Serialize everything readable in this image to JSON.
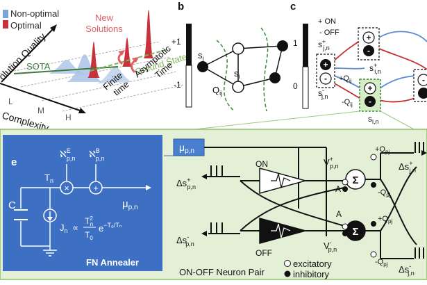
{
  "panel_a": {
    "legend": {
      "nonoptimal": "Non-optimal",
      "optimal": "Optimal"
    },
    "new_solutions_line1": "New",
    "new_solutions_line2": "Solutions",
    "ground_state": "Ground State",
    "sota": "SOTA",
    "yaxis": "olution Quality",
    "finite_line1": "Finite",
    "finite_line2": "time",
    "asymptotic_line1": "Asymptotic",
    "asymptotic_line2": "Time",
    "complexity": "Complexity",
    "ticks": [
      "L",
      "M",
      "H"
    ],
    "colors": {
      "optimal": "#c8323c",
      "nonoptimal": "#7aa3d6",
      "ground": "#7fb55e",
      "sota": "#3f7a3f"
    }
  },
  "panel_b": {
    "letter": "b",
    "scale_top": "+1",
    "scale_bottom": "-1",
    "s_j": "s",
    "s_j_sub": "j",
    "s_i": "s",
    "s_i_sub": "i",
    "q": "Q",
    "q_sub": "ij"
  },
  "panel_c": {
    "letter": "c",
    "on_label": "+ ON",
    "off_label": "- OFF",
    "scale_top": "1",
    "scale_bottom": "0",
    "s_j_plus": "s",
    "s_j_plus_sup": "+",
    "s_j_plus_sub": "j,n",
    "s_j_minus": "s",
    "s_j_minus_sup": "-",
    "s_j_minus_sub": "j,n",
    "s_i_plus": "s",
    "s_i_plus_sup": "+",
    "s_i_plus_sub": "i,n",
    "s_i_minus": "s",
    "s_i_minus_sub": "i,n",
    "pos_q": "+Q",
    "pos_q_sub": "ij",
    "neg_q": "-Q",
    "neg_q_sub": "ij",
    "plus_sym": "+",
    "minus_sym": "-"
  },
  "panel_e": {
    "letter": "e",
    "t_n": "T",
    "t_n_sub": "n",
    "noise_e": "ℵ",
    "noise_e_sup": "E",
    "noise_e_sub": "p,n",
    "noise_b": "ℵ",
    "noise_b_sup": "B",
    "noise_b_sub": "p,n",
    "mu": "μ",
    "mu_sub": "p,n",
    "cap": "C",
    "j_n": "J",
    "j_n_sub": "n",
    "prop": "∝",
    "frac_num": "T",
    "frac_num_sup": "2",
    "frac_num_sub": "n",
    "frac_den": "T",
    "frac_den_sub": "0",
    "exp_base": "e",
    "exp_power": "−T₀/Tₙ",
    "title": "FN Annealer"
  },
  "panel_main": {
    "mu_box": "μ",
    "mu_box_sub": "p,n",
    "on": "ON",
    "off": "OFF",
    "a_top": "A",
    "a_bottom": "A",
    "v_plus": "V",
    "v_plus_sup": "+",
    "v_plus_sub": "p,n",
    "v_minus": "V",
    "v_minus_sup": "-",
    "v_minus_sub": "p,n",
    "sigma": "Σ",
    "in_plus": "Δs",
    "in_plus_sup": "+",
    "in_plus_sub": "p,n",
    "in_minus": "Δs",
    "in_minus_sup": "-",
    "in_minus_sub": "p,n",
    "q_pj_top": "+Q",
    "q_pj_sub": "pj",
    "q_pj_mid1": "-Q",
    "q_pj_mid2": "+Q",
    "q_pj_bot": "-Q",
    "out_plus": "Δs",
    "out_plus_sup": "+",
    "out_plus_sub": "j,n",
    "out_minus": "Δs",
    "out_minus_sup": "-",
    "out_minus_sub": "j,n",
    "pair_label": "ON-OFF Neuron Pair",
    "legend_exc": "excitatory",
    "legend_inh": "inhibitory",
    "colors": {
      "panel_bg": "#e4f0d6",
      "panel_border": "#8cbf6a",
      "blue_panel": "#3d6fc2",
      "mu_box": "#4a7fd0"
    }
  }
}
